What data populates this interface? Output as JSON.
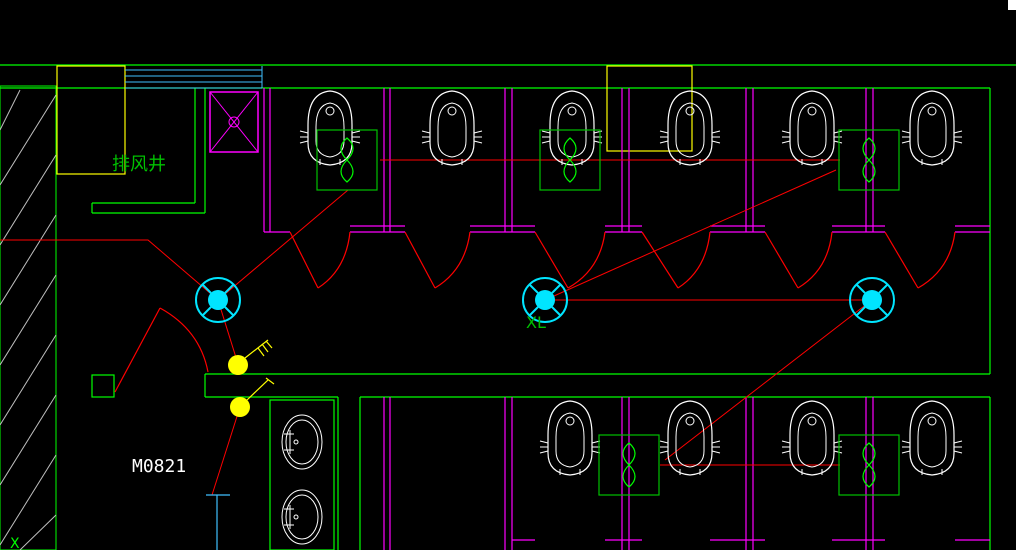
{
  "drawing": {
    "room_label_top": "排风井",
    "lamp_label": "XL",
    "door_label": "M0821",
    "axis_marker": "X"
  },
  "colors": {
    "background": "#000000",
    "wall_green": "#00ff00",
    "partition_magenta": "#ff00ff",
    "circuit_red": "#ff0000",
    "fixture_white": "#ffffff",
    "lamp_cyan": "#00e5ff",
    "switch_yellow": "#ffff00",
    "duct_cyan": "#40c0ff",
    "hatch_gray": "#bfbfbf",
    "text_green": "#00c000"
  },
  "icons": [
    "squat-toilet-icon",
    "ceiling-lamp-icon",
    "wall-switch-icon",
    "floor-drain-icon",
    "washbasin-icon",
    "exhaust-fan-icon"
  ]
}
